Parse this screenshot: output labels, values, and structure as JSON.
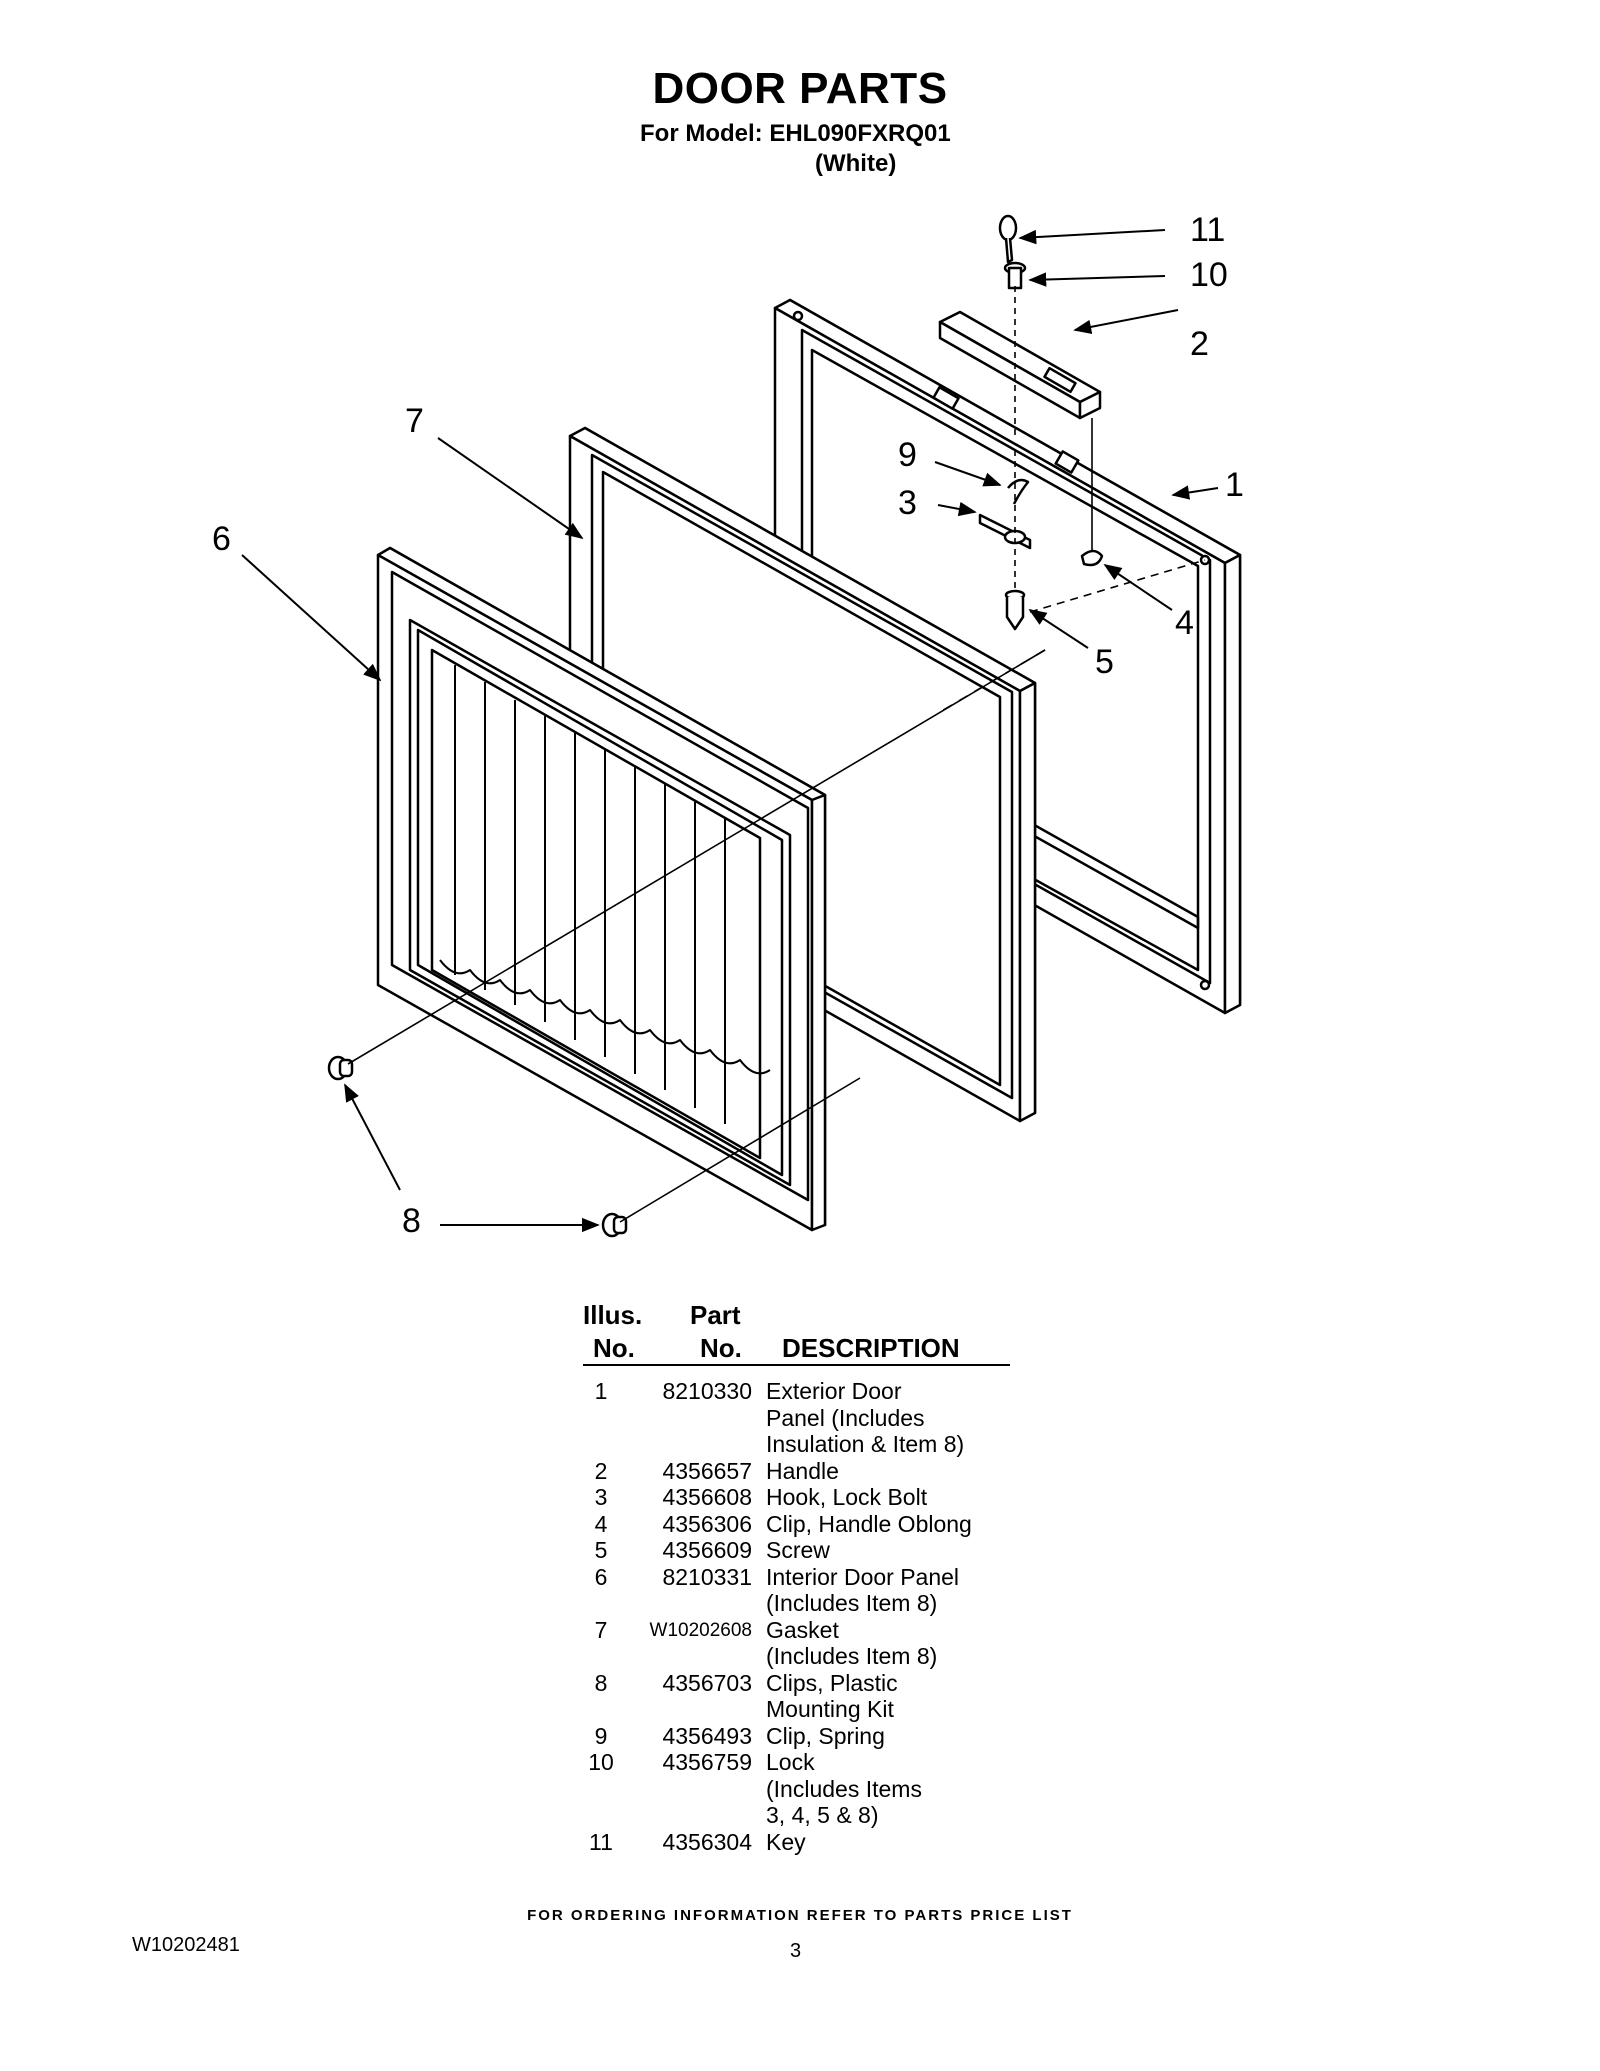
{
  "header": {
    "title": "DOOR PARTS",
    "model_line": "For Model: EHL090FXRQ01",
    "color_line": "(White)"
  },
  "diagram": {
    "callouts": [
      "11",
      "10",
      "2",
      "7",
      "9",
      "1",
      "3",
      "6",
      "4",
      "5",
      "8"
    ]
  },
  "table": {
    "col_illus_top": "Illus.",
    "col_illus_bottom": "No.",
    "col_part_top": "Part",
    "col_part_bottom": "No.",
    "col_desc": "DESCRIPTION",
    "rows": [
      {
        "num": "1",
        "part": "8210330",
        "desc": "Exterior Door"
      },
      {
        "num": "",
        "part": "",
        "desc": "Panel (Includes"
      },
      {
        "num": "",
        "part": "",
        "desc": "Insulation &  Item 8)"
      },
      {
        "num": "2",
        "part": "4356657",
        "desc": "Handle"
      },
      {
        "num": "3",
        "part": "4356608",
        "desc": "Hook, Lock Bolt"
      },
      {
        "num": "4",
        "part": "4356306",
        "desc": "Clip, Handle Oblong"
      },
      {
        "num": "5",
        "part": "4356609",
        "desc": "Screw"
      },
      {
        "num": "6",
        "part": "8210331",
        "desc": "Interior Door Panel"
      },
      {
        "num": "",
        "part": "",
        "desc": "(Includes Item 8)"
      },
      {
        "num": "7",
        "part": "W10202608",
        "desc": "Gasket"
      },
      {
        "num": "",
        "part": "",
        "desc": "(Includes Item 8)"
      },
      {
        "num": "8",
        "part": "4356703",
        "desc": "Clips, Plastic"
      },
      {
        "num": "",
        "part": "",
        "desc": "Mounting Kit"
      },
      {
        "num": "9",
        "part": "4356493",
        "desc": "Clip, Spring"
      },
      {
        "num": "10",
        "part": "4356759",
        "desc": "Lock"
      },
      {
        "num": "",
        "part": "",
        "desc": "(Includes Items"
      },
      {
        "num": "",
        "part": "",
        "desc": "3, 4, 5 & 8)"
      },
      {
        "num": "11",
        "part": "4356304",
        "desc": "Key"
      }
    ]
  },
  "footer": {
    "ordering_note": "FOR ORDERING INFORMATION REFER TO PARTS PRICE LIST",
    "doc_number": "W10202481",
    "page_number": "3"
  }
}
